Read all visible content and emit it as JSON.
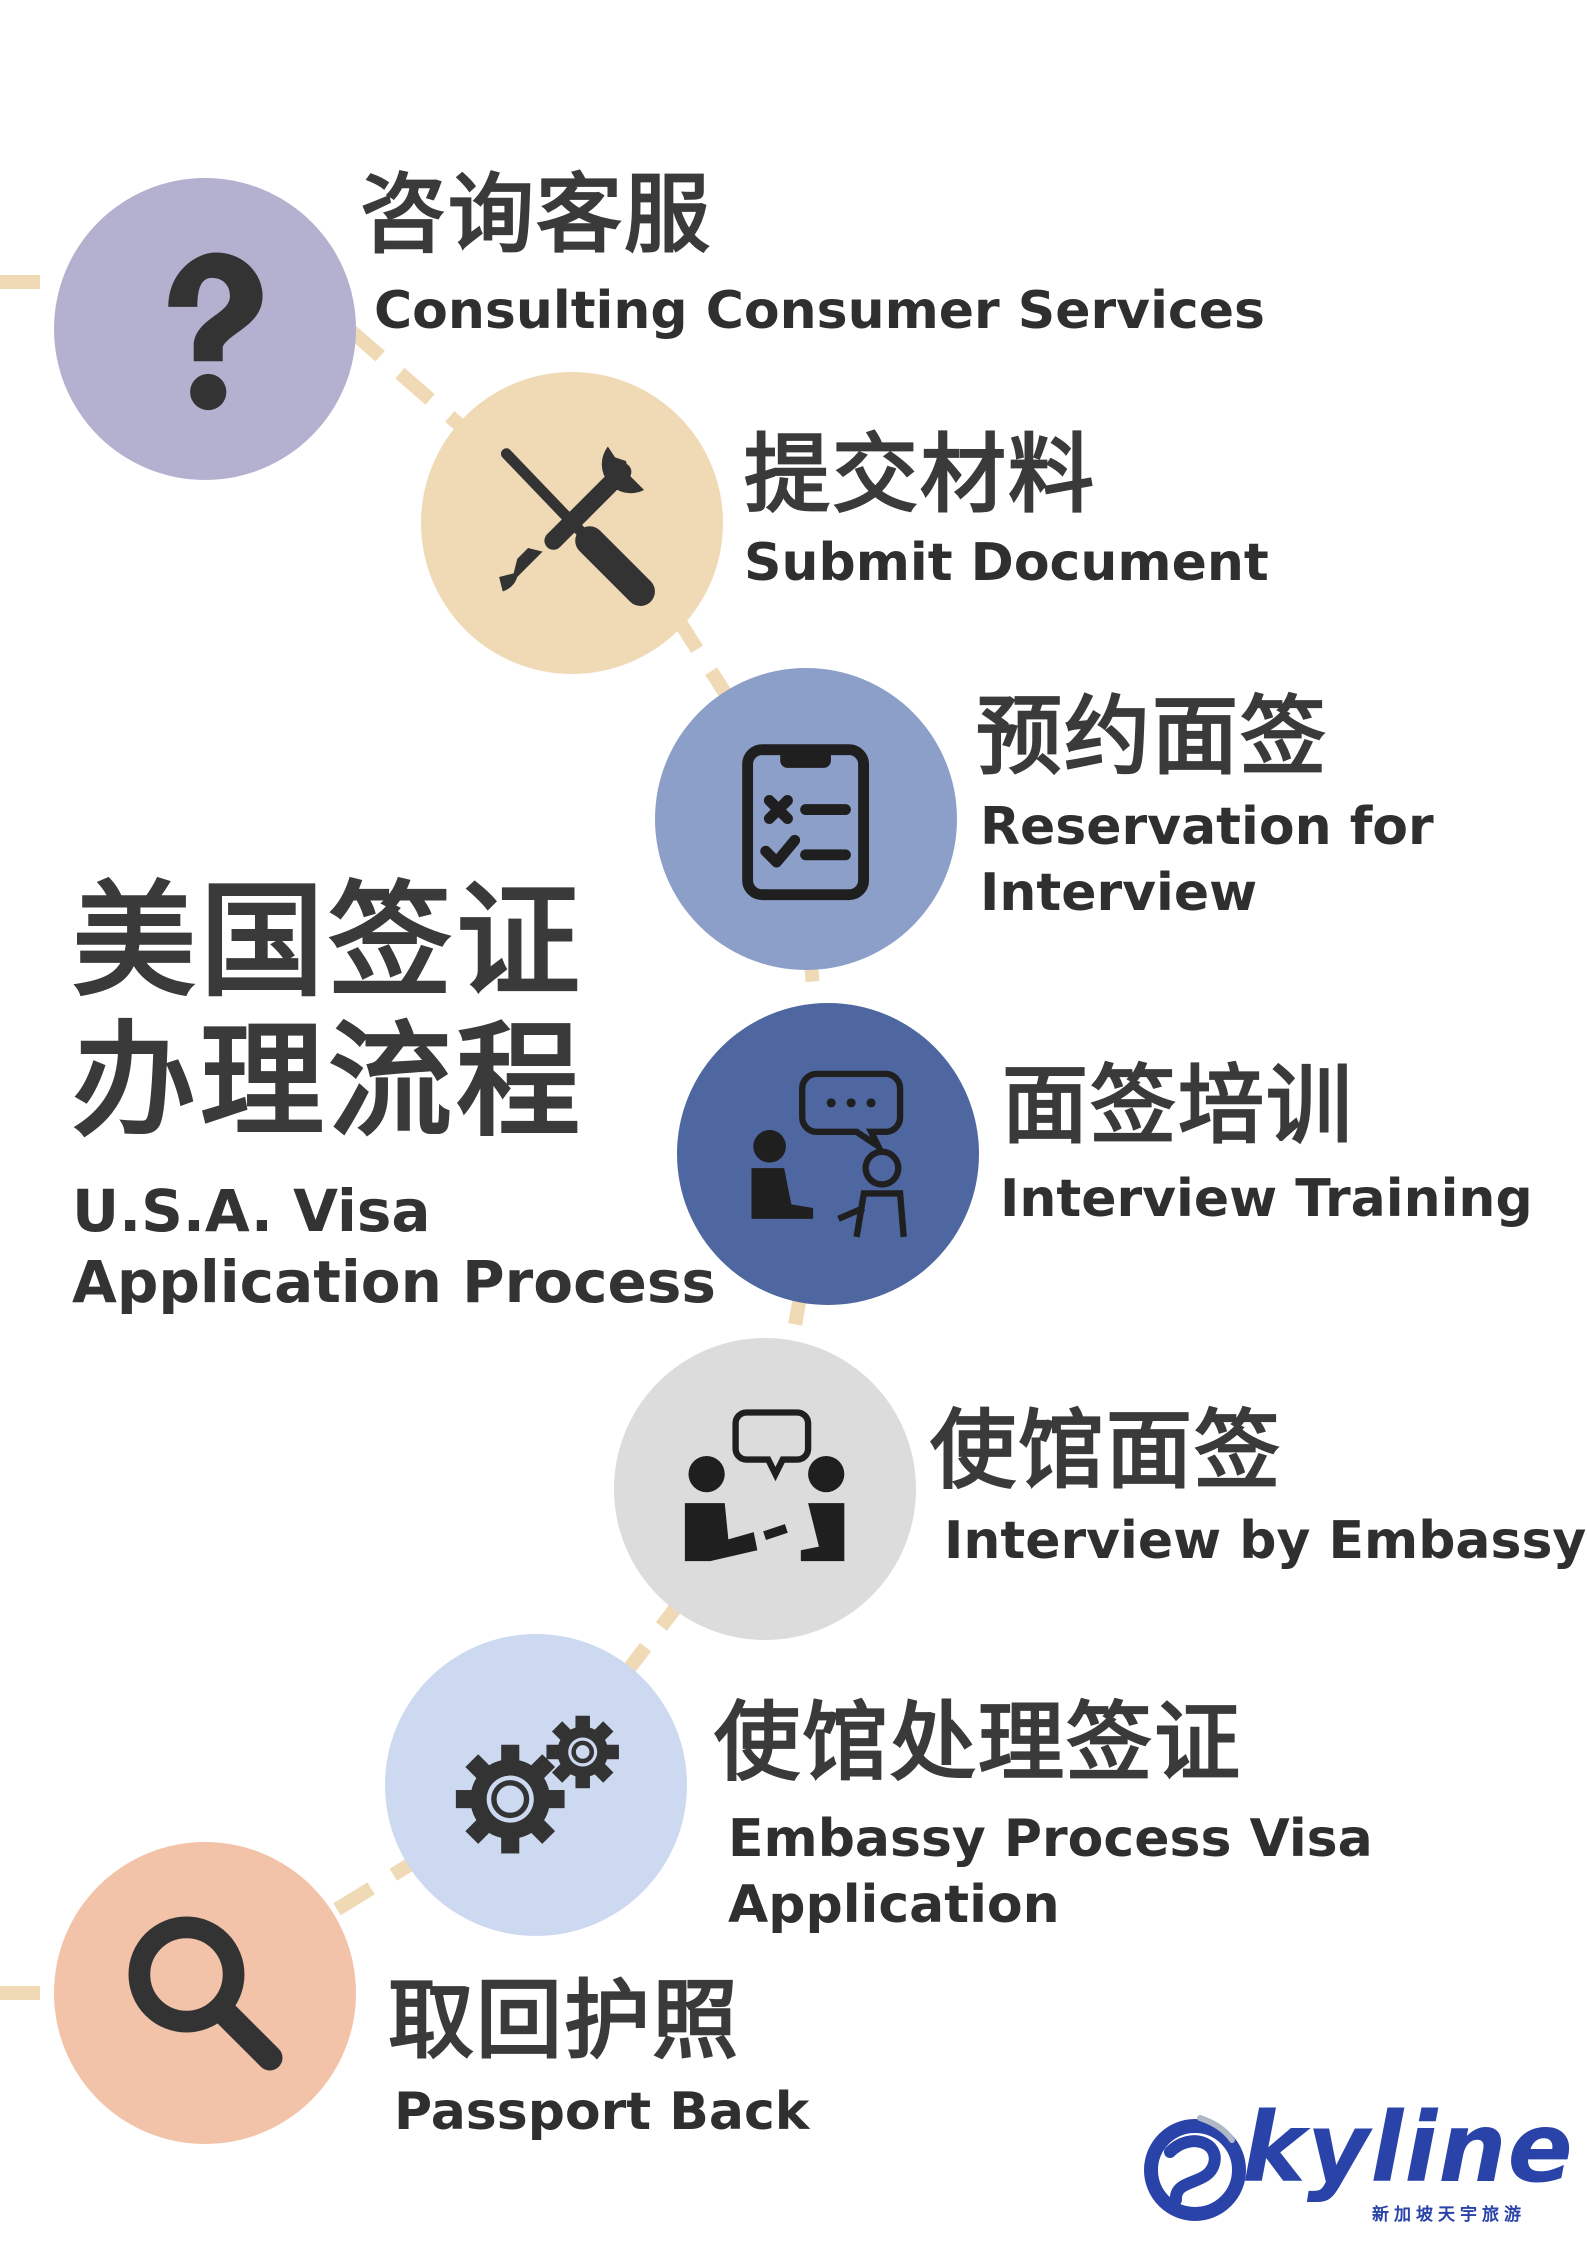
{
  "title": {
    "zh_line1": "美国签证",
    "zh_line2": "办理流程",
    "en_line1": "U.S.A. Visa",
    "en_line2": "Application Process"
  },
  "steps": [
    {
      "zh": "咨询客服",
      "en": [
        "Consulting Consumer Services"
      ],
      "icon": "question-mark-icon",
      "color": "#b3b0d0"
    },
    {
      "zh": "提交材料",
      "en": [
        "Submit Document"
      ],
      "icon": "wrench-screwdriver-icon",
      "color": "#f0d9b5"
    },
    {
      "zh": "预约面签",
      "en": [
        "Reservation for",
        "Interview"
      ],
      "icon": "clipboard-checklist-icon",
      "color": "#8b9fc8"
    },
    {
      "zh": "面签培训",
      "en": [
        "Interview Training"
      ],
      "icon": "interview-people-icon",
      "color": "#4f67a0"
    },
    {
      "zh": "使馆面签",
      "en": [
        "Interview by Embassy"
      ],
      "icon": "meeting-people-icon",
      "color": "#dcdcdc"
    },
    {
      "zh": "使馆处理签证",
      "en": [
        "Embassy Process Visa",
        "Application"
      ],
      "icon": "gears-icon",
      "color": "#cdd9f0"
    },
    {
      "zh": "取回护照",
      "en": [
        "Passport Back"
      ],
      "icon": "magnifier-icon",
      "color": "#f2c3a8"
    }
  ],
  "connector_color": "#f0d9b5",
  "logo": {
    "word": "kyline",
    "sub": "新加坡天宇旅游",
    "color": "#2a43a8"
  }
}
